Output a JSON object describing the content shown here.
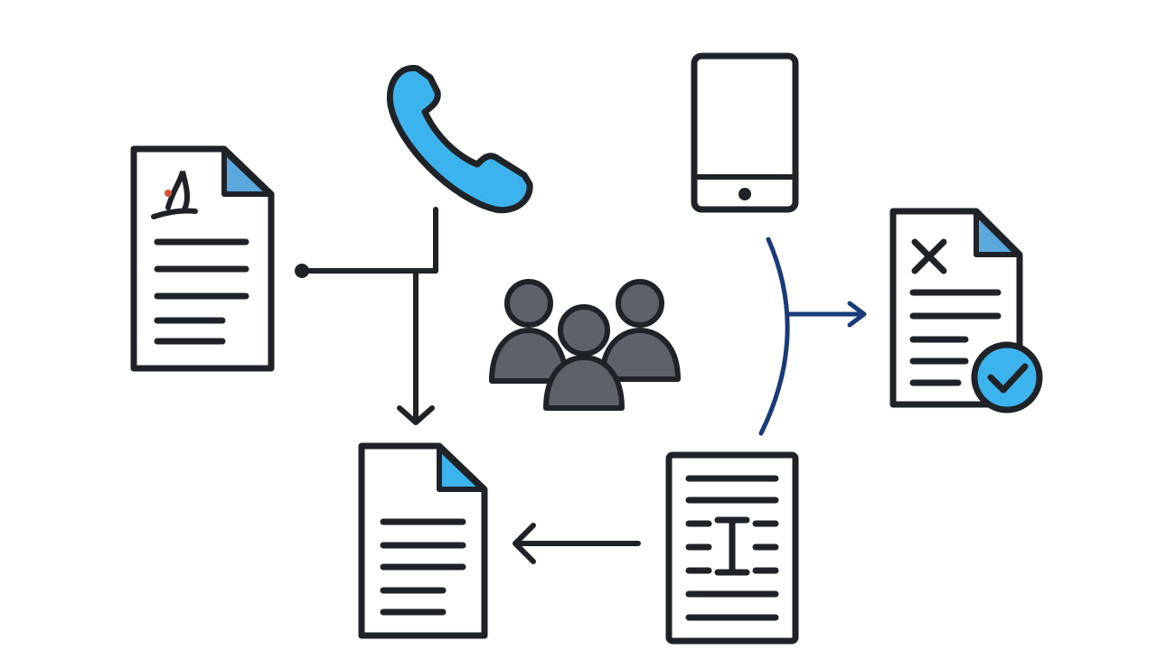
{
  "diagram": {
    "nodes": [
      {
        "id": "signed-contract",
        "icon": "signed-document-icon"
      },
      {
        "id": "phone-call",
        "icon": "phone-handset-icon"
      },
      {
        "id": "mobile-tablet",
        "icon": "tablet-device-icon"
      },
      {
        "id": "team-group",
        "icon": "people-group-icon"
      },
      {
        "id": "approved-document",
        "icon": "document-approved-icon"
      },
      {
        "id": "draft-document",
        "icon": "document-icon"
      },
      {
        "id": "text-document",
        "icon": "text-document-icon"
      }
    ],
    "edges": [
      {
        "from": "signed-contract",
        "to": "draft-document"
      },
      {
        "from": "phone-call",
        "to": "draft-document"
      },
      {
        "from": "mobile-tablet",
        "to": "approved-document"
      },
      {
        "from": "text-document",
        "to": "approved-document"
      },
      {
        "from": "text-document",
        "to": "draft-document"
      }
    ],
    "colors": {
      "stroke": "#1f2328",
      "accent_blue": "#3db3ee",
      "light_blue": "#5aa8dc",
      "navy": "#1a3a7a",
      "people_fill": "#5d6168"
    }
  }
}
